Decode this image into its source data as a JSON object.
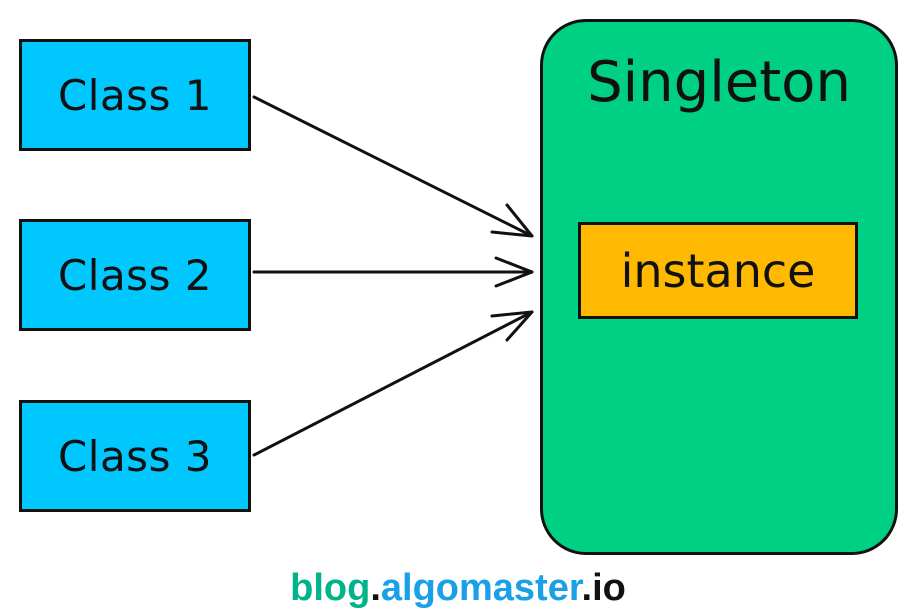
{
  "classes": [
    {
      "label": "Class 1"
    },
    {
      "label": "Class 2"
    },
    {
      "label": "Class 3"
    }
  ],
  "singleton": {
    "title": "Singleton",
    "instance_label": "instance"
  },
  "footer": {
    "part1": "blog",
    "dot1": ".",
    "part2": "algomaster",
    "dot2": ".",
    "part3": "io"
  },
  "colors": {
    "class_fill": "#00c8ff",
    "singleton_fill": "#00d084",
    "instance_fill": "#ffb900",
    "stroke": "#111111",
    "footer_blog": "#00b38a",
    "footer_algomaster": "#1aa0e6"
  }
}
